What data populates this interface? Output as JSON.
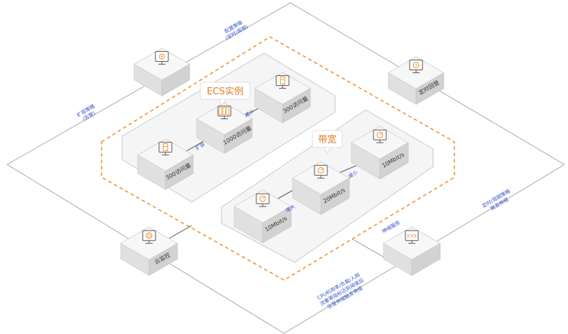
{
  "callouts": {
    "ecs": "ECS实例",
    "bandwidth": "带宽"
  },
  "nodes": {
    "top_left": {
      "label": "",
      "icon": "settings-monitor-icon"
    },
    "top_right": {
      "label": "定时回登",
      "icon": "clock-monitor-icon"
    },
    "bottom_left": {
      "label": "云监控",
      "icon": "cloud-monitor-icon"
    },
    "bottom_right": {
      "label": "XXX",
      "icon": "generic-monitor-icon"
    }
  },
  "ecs_boxes": [
    {
      "label": "300访问量",
      "icon": "server-icon"
    },
    {
      "label": "1000访问量",
      "icon": "multi-server-icon"
    },
    {
      "label": "300访问量",
      "icon": "server-icon"
    }
  ],
  "ecs_arrows": [
    "扩容",
    "减少"
  ],
  "bw_boxes": [
    {
      "label": "10Mbit/s",
      "icon": "bandwidth-icon"
    },
    {
      "label": "20Mbit/s",
      "icon": "bandwidth-icon"
    },
    {
      "label": "10Mbit/s",
      "icon": "bandwidth-icon"
    }
  ],
  "bw_arrows": [
    "增大",
    "减小"
  ],
  "edge_labels": {
    "top_left_line": [
      "配置策略",
      "(定时/周期)"
    ],
    "left_line": [
      "扩容策略",
      "(告警)"
    ],
    "right_line": [
      "定时/周期策略",
      "触发伸缩"
    ],
    "bottom_right_line": [
      "伸缩服务"
    ],
    "bottom_line": [
      "CPU利用率/负载/入网",
      "流量等指标达到阈值后",
      "告警伸缩触发伸缩"
    ]
  },
  "colors": {
    "accent_orange": "#f08c2a",
    "link_blue": "#3b57c7",
    "line_gray": "#9a9a9a"
  }
}
